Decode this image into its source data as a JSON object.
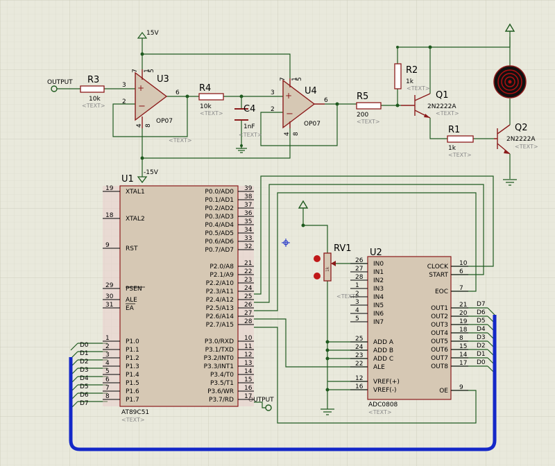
{
  "colors": {
    "background": "#e9e9dc",
    "grid": "#d3d3c4",
    "wire": "#1f5a1f",
    "part": "#8b1a1a",
    "body": "#d6c8b4",
    "bus": "#1428c8",
    "placeholder": "#8a8a8a"
  },
  "placeholder": "<TEXT>",
  "power": {
    "vpos": "15V",
    "vneg": "-15V"
  },
  "terminals": {
    "output_in": "OUTPUT",
    "output_out": "OUTPUT"
  },
  "components": {
    "u3": {
      "ref": "U3",
      "type": "OP07"
    },
    "u4": {
      "ref": "U4",
      "type": "OP07"
    },
    "r3": {
      "ref": "R3",
      "value": "10k"
    },
    "r4": {
      "ref": "R4",
      "value": "10k"
    },
    "r5": {
      "ref": "R5",
      "value": "200"
    },
    "r2": {
      "ref": "R2",
      "value": "1k"
    },
    "r1": {
      "ref": "R1",
      "value": "1k"
    },
    "c4": {
      "ref": "C4",
      "value": "1nF"
    },
    "q1": {
      "ref": "Q1",
      "type": "2N2222A"
    },
    "q2": {
      "ref": "Q2",
      "type": "2N2222A"
    },
    "rv1": {
      "ref": "RV1",
      "value": "1k"
    },
    "u1": {
      "ref": "U1",
      "type": "AT89C51"
    },
    "u2": {
      "ref": "U2",
      "type": "ADC0808"
    }
  },
  "opamp_pins": {
    "in_plus": "3",
    "in_minus": "2",
    "out": "6",
    "v_plus": "7",
    "v_minus": "4",
    "offset_a": "1",
    "offset_b": "5",
    "offset_c": "8"
  },
  "u1_left_pins": [
    {
      "num": "19",
      "name": "XTAL1"
    },
    {
      "num": "18",
      "name": "XTAL2"
    },
    {
      "num": "9",
      "name": "RST"
    },
    {
      "num": "29",
      "name": "PSEN"
    },
    {
      "num": "30",
      "name": "ALE"
    },
    {
      "num": "31",
      "name": "EA"
    },
    {
      "num": "1",
      "name": "P1.0"
    },
    {
      "num": "2",
      "name": "P1.1"
    },
    {
      "num": "3",
      "name": "P1.2"
    },
    {
      "num": "4",
      "name": "P1.3"
    },
    {
      "num": "5",
      "name": "P1.4"
    },
    {
      "num": "6",
      "name": "P1.5"
    },
    {
      "num": "7",
      "name": "P1.6"
    },
    {
      "num": "8",
      "name": "P1.7"
    }
  ],
  "u1_right_pins": [
    {
      "num": "39",
      "name": "P0.0/AD0"
    },
    {
      "num": "38",
      "name": "P0.1/AD1"
    },
    {
      "num": "37",
      "name": "P0.2/AD2"
    },
    {
      "num": "36",
      "name": "P0.3/AD3"
    },
    {
      "num": "35",
      "name": "P0.4/AD4"
    },
    {
      "num": "34",
      "name": "P0.5/AD5"
    },
    {
      "num": "33",
      "name": "P0.6/AD6"
    },
    {
      "num": "32",
      "name": "P0.7/AD7"
    },
    {
      "num": "21",
      "name": "P2.0/A8"
    },
    {
      "num": "22",
      "name": "P2.1/A9"
    },
    {
      "num": "23",
      "name": "P2.2/A10"
    },
    {
      "num": "24",
      "name": "P2.3/A11"
    },
    {
      "num": "25",
      "name": "P2.4/A12"
    },
    {
      "num": "26",
      "name": "P2.5/A13"
    },
    {
      "num": "27",
      "name": "P2.6/A14"
    },
    {
      "num": "28",
      "name": "P2.7/A15"
    },
    {
      "num": "10",
      "name": "P3.0/RXD"
    },
    {
      "num": "11",
      "name": "P3.1/TXD"
    },
    {
      "num": "12",
      "name": "P3.2/INT0"
    },
    {
      "num": "13",
      "name": "P3.3/INT1"
    },
    {
      "num": "14",
      "name": "P3.4/T0"
    },
    {
      "num": "15",
      "name": "P3.5/T1"
    },
    {
      "num": "16",
      "name": "P3.6/WR"
    },
    {
      "num": "17",
      "name": "P3.7/RD"
    }
  ],
  "u2_left_pins": [
    {
      "num": "26",
      "name": "IN0"
    },
    {
      "num": "27",
      "name": "IN1"
    },
    {
      "num": "28",
      "name": "IN2"
    },
    {
      "num": "1",
      "name": "IN3"
    },
    {
      "num": "2",
      "name": "IN4"
    },
    {
      "num": "3",
      "name": "IN5"
    },
    {
      "num": "4",
      "name": "IN6"
    },
    {
      "num": "5",
      "name": "IN7"
    },
    {
      "num": "25",
      "name": "ADD A"
    },
    {
      "num": "24",
      "name": "ADD B"
    },
    {
      "num": "23",
      "name": "ADD C"
    },
    {
      "num": "22",
      "name": "ALE"
    },
    {
      "num": "12",
      "name": "VREF(+)"
    },
    {
      "num": "16",
      "name": "VREF(-)"
    }
  ],
  "u2_right_pins": [
    {
      "num": "10",
      "name": "CLOCK"
    },
    {
      "num": "6",
      "name": "START"
    },
    {
      "num": "7",
      "name": "EOC"
    },
    {
      "num": "21",
      "name": "OUT1"
    },
    {
      "num": "20",
      "name": "OUT2"
    },
    {
      "num": "19",
      "name": "OUT3"
    },
    {
      "num": "18",
      "name": "OUT4"
    },
    {
      "num": "8",
      "name": "OUT5"
    },
    {
      "num": "15",
      "name": "OUT6"
    },
    {
      "num": "14",
      "name": "OUT7"
    },
    {
      "num": "17",
      "name": "OUT8"
    },
    {
      "num": "9",
      "name": "OE"
    }
  ],
  "bus_labels_u1": [
    "D0",
    "D1",
    "D2",
    "D3",
    "D4",
    "D5",
    "D6",
    "D7"
  ],
  "bus_labels_u2": [
    "D7",
    "D6",
    "D5",
    "D4",
    "D3",
    "D2",
    "D1",
    "D0"
  ]
}
